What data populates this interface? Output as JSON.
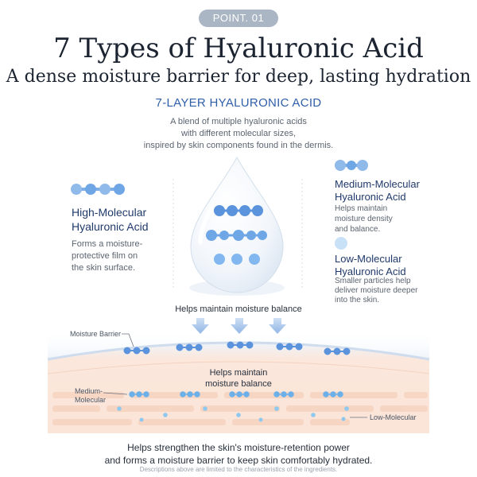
{
  "header": {
    "badge": "POINT. 01",
    "title": "7 Types of Hyaluronic Acid",
    "subtitle": "A dense moisture barrier for deep, lasting hydration"
  },
  "section": {
    "title": "7-LAYER HYALURONIC ACID",
    "intro_lines": [
      "A blend of multiple hyaluronic acids",
      "with different molecular sizes,",
      "inspired by skin components found in the dermis."
    ]
  },
  "high_molecular": {
    "heading_lines": [
      "High-Molecular",
      "Hyaluronic Acid"
    ],
    "desc_lines": [
      "Forms a moisture-",
      "protective film on",
      "the skin surface."
    ]
  },
  "medium_molecular": {
    "heading_lines": [
      "Medium-Molecular",
      "Hyaluronic Acid"
    ],
    "desc_lines": [
      "Helps maintain",
      "moisture density",
      "and balance."
    ]
  },
  "low_molecular": {
    "heading_lines": [
      "Low-Molecular",
      "Hyaluronic Acid"
    ],
    "desc_lines": [
      "Smaller particles help",
      "deliver moisture deeper",
      "into the skin."
    ]
  },
  "diagram": {
    "top_caption": "Helps maintain moisture balance",
    "mid_caption_lines": [
      "Helps maintain",
      "moisture balance"
    ],
    "moisture_barrier_label": "Moisture Barrier",
    "medium_label_lines": [
      "Medium-",
      "Molecular"
    ],
    "low_label": "Low-Molecular"
  },
  "footer": {
    "lines": [
      "Helps strengthen the skin's moisture-retention power",
      "and forms a moisture barrier to keep skin comfortably hydrated."
    ],
    "disclaimer": "Descriptions above are limited to the characteristics of the ingredients."
  },
  "colors": {
    "accent": "#2f5fa8",
    "molecule_dark": "#5b93dc",
    "molecule_light": "#9cc8f2",
    "skin": "#f6d9c9"
  }
}
